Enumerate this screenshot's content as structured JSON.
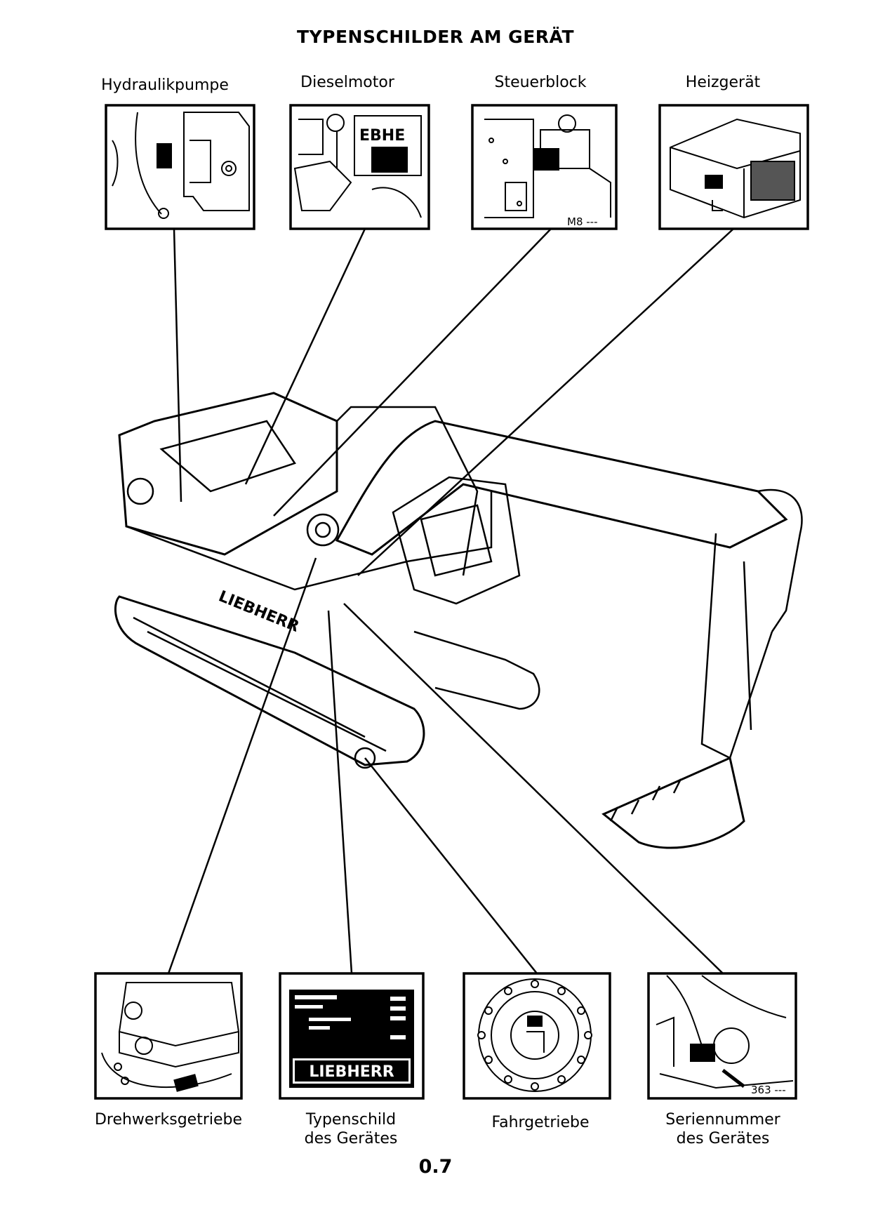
{
  "page": {
    "title": "TYPENSCHILDER AM GERÄT",
    "page_number": "0.7"
  },
  "top_labels": [
    "Hydraulikpumpe",
    "Dieselmotor",
    "Steuerblock",
    "Heizgerät"
  ],
  "bottom_labels": [
    {
      "line1": "Drehwerksgetriebe",
      "line2": ""
    },
    {
      "line1": "Typenschild",
      "line2": "des Gerätes"
    },
    {
      "line1": "Fahrgetriebe",
      "line2": ""
    },
    {
      "line1": "Seriennummer",
      "line2": "des Gerätes"
    }
  ],
  "detail_marks": {
    "steuerblock_ref": "M8 ---",
    "serial_ref": "363 ---"
  },
  "logo_text": "LIEBHERR"
}
